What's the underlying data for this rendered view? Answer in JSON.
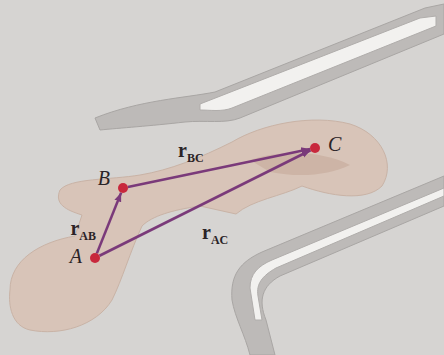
{
  "diagram": {
    "nodes": [
      {
        "text": [
          "A"
        ]
      },
      {
        "text": [
          "B"
        ]
      },
      {
        "text": [
          "C"
        ]
      }
    ],
    "edges": [
      {
        "from": 0,
        "to": 1,
        "arrow": "to",
        "label": "rAB"
      },
      {
        "from": 1,
        "to": 2,
        "arrow": "to",
        "label": "rBC"
      },
      {
        "from": 0,
        "to": 2,
        "arrow": "to",
        "label": "rAC"
      }
    ]
  }
}
